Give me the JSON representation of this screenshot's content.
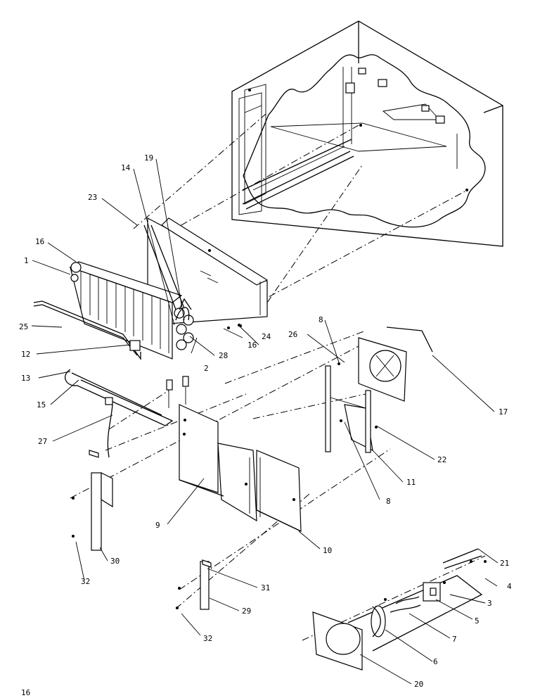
{
  "page_number": "16",
  "callouts": [
    {
      "id": "c1",
      "label": "1"
    },
    {
      "id": "c2",
      "label": "2"
    },
    {
      "id": "c3",
      "label": "3"
    },
    {
      "id": "c4",
      "label": "4"
    },
    {
      "id": "c5",
      "label": "5"
    },
    {
      "id": "c6",
      "label": "6"
    },
    {
      "id": "c7",
      "label": "7"
    },
    {
      "id": "c8a",
      "label": "8"
    },
    {
      "id": "c8b",
      "label": "8"
    },
    {
      "id": "c9",
      "label": "9"
    },
    {
      "id": "c10",
      "label": "10"
    },
    {
      "id": "c11",
      "label": "11"
    },
    {
      "id": "c12",
      "label": "12"
    },
    {
      "id": "c13",
      "label": "13"
    },
    {
      "id": "c14",
      "label": "14"
    },
    {
      "id": "c15",
      "label": "15"
    },
    {
      "id": "c16a",
      "label": "16"
    },
    {
      "id": "c16b",
      "label": "16"
    },
    {
      "id": "c17",
      "label": "17"
    },
    {
      "id": "c19",
      "label": "19"
    },
    {
      "id": "c20",
      "label": "20"
    },
    {
      "id": "c21",
      "label": "21"
    },
    {
      "id": "c22",
      "label": "22"
    },
    {
      "id": "c23",
      "label": "23"
    },
    {
      "id": "c24",
      "label": "24"
    },
    {
      "id": "c25",
      "label": "25"
    },
    {
      "id": "c26",
      "label": "26"
    },
    {
      "id": "c27",
      "label": "27"
    },
    {
      "id": "c28",
      "label": "28"
    },
    {
      "id": "c29",
      "label": "29"
    },
    {
      "id": "c30",
      "label": "30"
    },
    {
      "id": "c31",
      "label": "31"
    },
    {
      "id": "c32a",
      "label": "32"
    },
    {
      "id": "c32b",
      "label": "32"
    }
  ]
}
